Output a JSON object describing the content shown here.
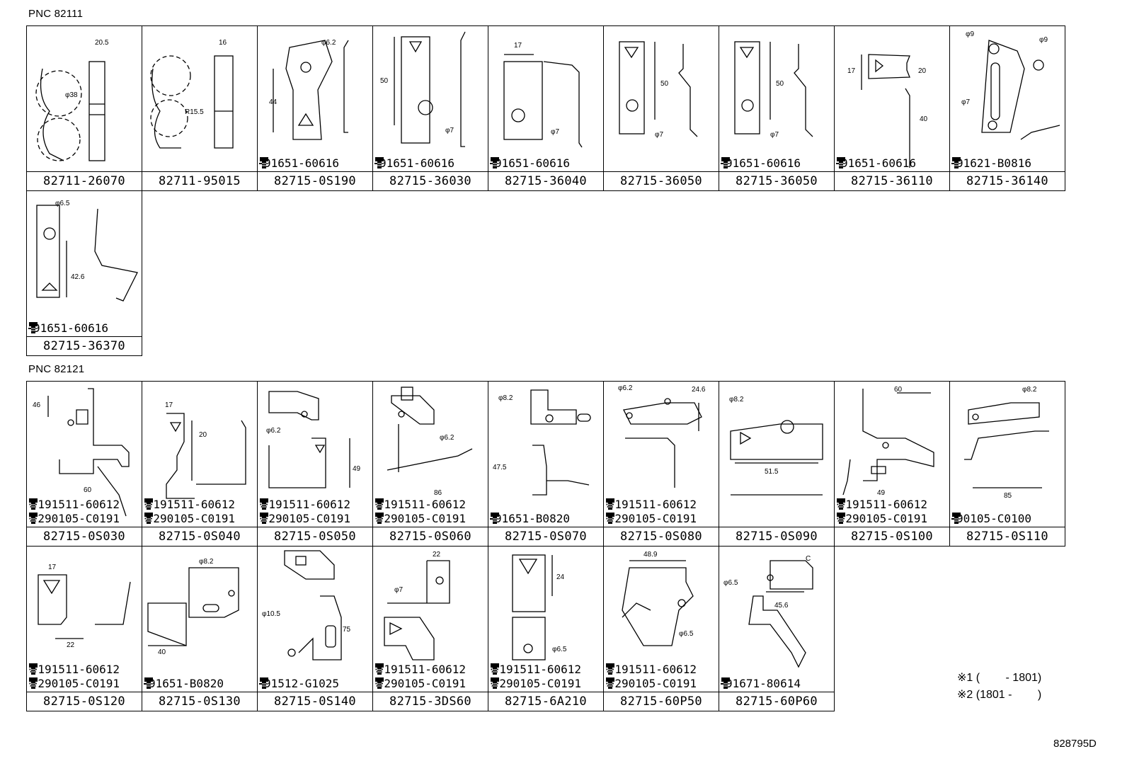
{
  "groups": [
    {
      "pnc": "PNC 82111",
      "cells": [
        {
          "part": "82711-26070",
          "dims": [
            "20.5",
            "φ38"
          ],
          "bolts": []
        },
        {
          "part": "82711-95015",
          "dims": [
            "16",
            "R15.5"
          ],
          "bolts": []
        },
        {
          "part": "82715-0S190",
          "dims": [
            "φ6.2",
            "44"
          ],
          "bolts": [
            "91651-60616"
          ]
        },
        {
          "part": "82715-36030",
          "dims": [
            "50",
            "φ7"
          ],
          "bolts": [
            "91651-60616"
          ]
        },
        {
          "part": "82715-36040",
          "dims": [
            "17",
            "φ7"
          ],
          "bolts": [
            "91651-60616"
          ]
        },
        {
          "part": "82715-36050",
          "dims": [
            "50",
            "φ7"
          ],
          "bolts": []
        },
        {
          "part": "82715-36050",
          "dims": [
            "50",
            "φ7"
          ],
          "bolts": [
            "91651-60616"
          ]
        },
        {
          "part": "82715-36110",
          "dims": [
            "17",
            "20",
            "40"
          ],
          "bolts": [
            "91651-60616"
          ]
        },
        {
          "part": "82715-36140",
          "dims": [
            "φ9",
            "φ9",
            "φ7"
          ],
          "bolts": [
            "91621-B0816"
          ]
        },
        {
          "part": "82715-36370",
          "dims": [
            "φ6.5",
            "42.6"
          ],
          "bolts": [
            "91651-60616"
          ]
        }
      ]
    },
    {
      "pnc": "PNC 82121",
      "cells": [
        {
          "part": "82715-0S030",
          "dims": [
            "46",
            "60"
          ],
          "bolts": [
            "※191511-60612",
            "※290105-C0191"
          ]
        },
        {
          "part": "82715-0S040",
          "dims": [
            "17",
            "20"
          ],
          "bolts": [
            "※191511-60612",
            "※290105-C0191"
          ]
        },
        {
          "part": "82715-0S050",
          "dims": [
            "φ6.2",
            "49"
          ],
          "bolts": [
            "※191511-60612",
            "※290105-C0191"
          ]
        },
        {
          "part": "82715-0S060",
          "dims": [
            "φ6.2",
            "86"
          ],
          "bolts": [
            "※191511-60612",
            "※290105-C0191"
          ]
        },
        {
          "part": "82715-0S070",
          "dims": [
            "φ8.2",
            "47.5"
          ],
          "bolts": [
            "91651-B0820"
          ]
        },
        {
          "part": "82715-0S080",
          "dims": [
            "φ6.2",
            "24.6"
          ],
          "bolts": [
            "※191511-60612",
            "※290105-C0191"
          ]
        },
        {
          "part": "82715-0S090",
          "dims": [
            "φ8.2",
            "51.5"
          ],
          "bolts": []
        },
        {
          "part": "82715-0S100",
          "dims": [
            "60",
            "49"
          ],
          "bolts": [
            "※191511-60612",
            "※290105-C0191"
          ]
        },
        {
          "part": "82715-0S110",
          "dims": [
            "φ8.2",
            "85"
          ],
          "bolts": [
            "90105-C0100"
          ]
        },
        {
          "part": "82715-0S120",
          "dims": [
            "17",
            "22"
          ],
          "bolts": [
            "※191511-60612",
            "※290105-C0191"
          ]
        },
        {
          "part": "82715-0S130",
          "dims": [
            "φ8.2",
            "40"
          ],
          "bolts": [
            "91651-B0820"
          ]
        },
        {
          "part": "82715-0S140",
          "dims": [
            "φ10.5",
            "75"
          ],
          "bolts": [
            "91512-G1025"
          ]
        },
        {
          "part": "82715-3DS60",
          "dims": [
            "22",
            "φ7"
          ],
          "bolts": [
            "※191511-60612",
            "※290105-C0191"
          ]
        },
        {
          "part": "82715-6A210",
          "dims": [
            "24",
            "φ6.5"
          ],
          "bolts": [
            "※191511-60612",
            "※290105-C0191"
          ]
        },
        {
          "part": "82715-60P50",
          "dims": [
            "48.9",
            "φ6.5"
          ],
          "bolts": [
            "※191511-60612",
            "※290105-C0191"
          ]
        },
        {
          "part": "82715-60P60",
          "dims": [
            "φ6.5",
            "45.6",
            "C"
          ],
          "bolts": [
            "91671-80614"
          ]
        }
      ]
    }
  ],
  "legend": [
    "※1 (　　 - 1801)",
    "※2 (1801 -　　 )"
  ],
  "image_code": "828795D"
}
